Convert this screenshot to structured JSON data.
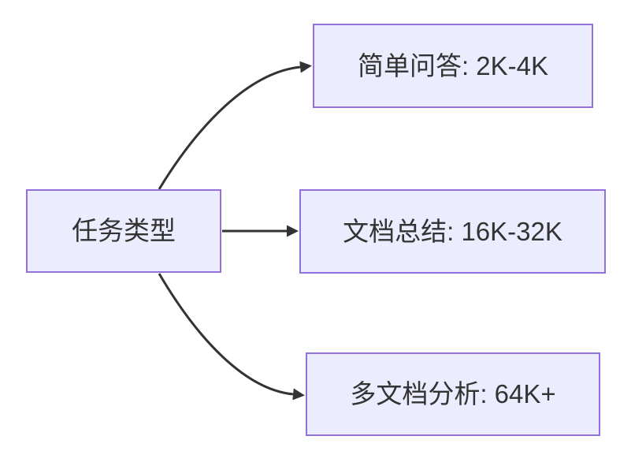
{
  "diagram": {
    "type": "flowchart-lr",
    "background_color": "#ffffff",
    "node_fill_color": "#ECECFF",
    "node_border_color": "#9370DB",
    "edge_color": "#333333",
    "text_color": "#333333",
    "nodes": [
      {
        "id": "task-type",
        "label": "任务类型"
      },
      {
        "id": "simple-qa",
        "label": "简单问答: 2K-4K"
      },
      {
        "id": "doc-summary",
        "label": "文档总结: 16K-32K"
      },
      {
        "id": "multi-doc",
        "label": "多文档分析: 64K+"
      }
    ],
    "edges": [
      {
        "from": "task-type",
        "to": "simple-qa"
      },
      {
        "from": "task-type",
        "to": "doc-summary"
      },
      {
        "from": "task-type",
        "to": "multi-doc"
      }
    ]
  }
}
